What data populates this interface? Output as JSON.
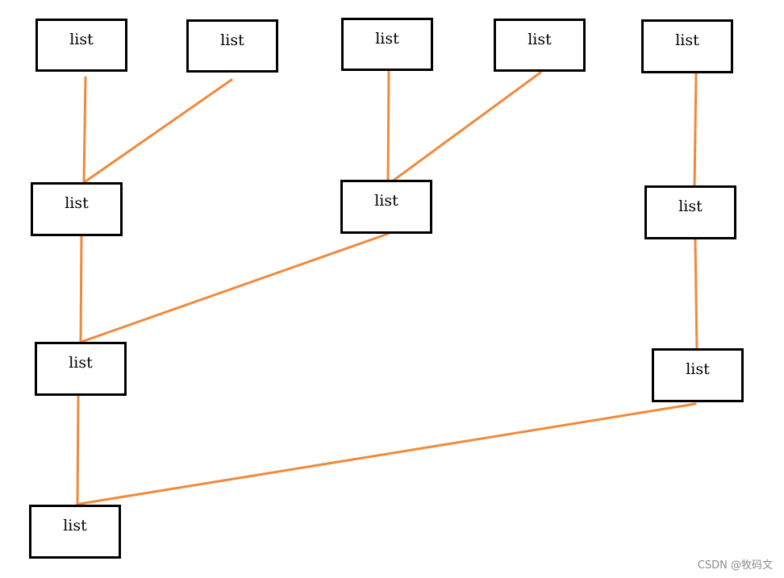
{
  "diagram": {
    "line_color": "#f08a3a",
    "box_border_color": "#000000",
    "nodes": [
      {
        "id": "a1",
        "label": "list"
      },
      {
        "id": "a2",
        "label": "list"
      },
      {
        "id": "a3",
        "label": "list"
      },
      {
        "id": "a4",
        "label": "list"
      },
      {
        "id": "a5",
        "label": "list"
      },
      {
        "id": "b1",
        "label": "list"
      },
      {
        "id": "b2",
        "label": "list"
      },
      {
        "id": "b3",
        "label": "list"
      },
      {
        "id": "c1",
        "label": "list"
      },
      {
        "id": "c2",
        "label": "list"
      },
      {
        "id": "d1",
        "label": "list"
      }
    ],
    "edges": [
      {
        "from": "a1",
        "to": "b1"
      },
      {
        "from": "a2",
        "to": "b1"
      },
      {
        "from": "a3",
        "to": "b2"
      },
      {
        "from": "a4",
        "to": "b2"
      },
      {
        "from": "a5",
        "to": "b3"
      },
      {
        "from": "b1",
        "to": "c1"
      },
      {
        "from": "b2",
        "to": "c1"
      },
      {
        "from": "b3",
        "to": "c2"
      },
      {
        "from": "c1",
        "to": "d1"
      },
      {
        "from": "c2",
        "to": "d1"
      }
    ]
  },
  "watermark": "CSDN @牧码文"
}
